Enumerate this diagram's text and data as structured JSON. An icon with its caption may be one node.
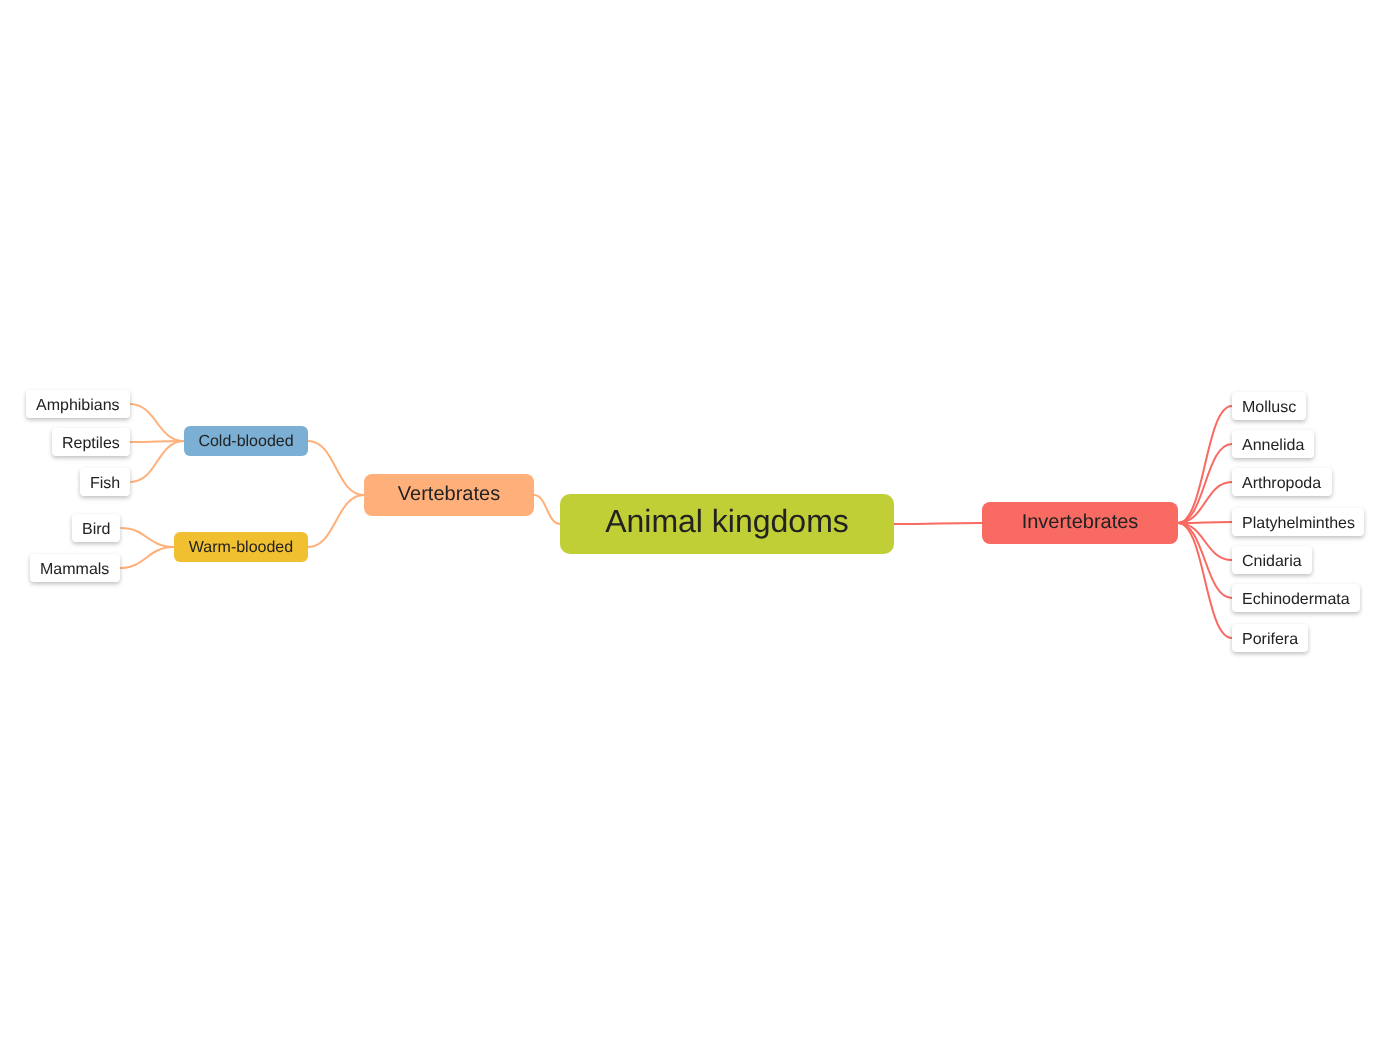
{
  "diagram": {
    "nodes": [
      {
        "text": [
          "Animal kingdoms"
        ]
      },
      {
        "text": [
          "Vertebrates"
        ]
      },
      {
        "text": [
          "Cold-blooded"
        ]
      },
      {
        "text": [
          "Amphibians"
        ]
      },
      {
        "text": [
          "Reptiles"
        ]
      },
      {
        "text": [
          "Fish"
        ]
      },
      {
        "text": [
          "Warm-blooded"
        ]
      },
      {
        "text": [
          "Bird"
        ]
      },
      {
        "text": [
          "Mammals"
        ]
      },
      {
        "text": [
          "Invertebrates"
        ]
      },
      {
        "text": [
          "Mollusc"
        ]
      },
      {
        "text": [
          "Annelida"
        ]
      },
      {
        "text": [
          "Arthropoda"
        ]
      },
      {
        "text": [
          "Platyhelminthes"
        ]
      },
      {
        "text": [
          "Cnidaria"
        ]
      },
      {
        "text": [
          "Echinodermata"
        ]
      },
      {
        "text": [
          "Porifera"
        ]
      }
    ],
    "edges": [
      {
        "from": 0,
        "to": 1,
        "arrow": "none",
        "color": "#ffb07a"
      },
      {
        "from": 1,
        "to": 2,
        "arrow": "none",
        "color": "#ffb07a"
      },
      {
        "from": 2,
        "to": 3,
        "arrow": "none",
        "color": "#ffb07a"
      },
      {
        "from": 2,
        "to": 4,
        "arrow": "none",
        "color": "#ffb07a"
      },
      {
        "from": 2,
        "to": 5,
        "arrow": "none",
        "color": "#ffb07a"
      },
      {
        "from": 1,
        "to": 6,
        "arrow": "none",
        "color": "#ffb07a"
      },
      {
        "from": 6,
        "to": 7,
        "arrow": "none",
        "color": "#ffb07a"
      },
      {
        "from": 6,
        "to": 8,
        "arrow": "none",
        "color": "#ffb07a"
      },
      {
        "from": 0,
        "to": 9,
        "arrow": "none"
      },
      {
        "from": 9,
        "to": 10,
        "arrow": "none"
      },
      {
        "from": 9,
        "to": 11,
        "arrow": "none"
      },
      {
        "from": 9,
        "to": 12,
        "arrow": "none"
      },
      {
        "from": 9,
        "to": 13,
        "arrow": "none"
      },
      {
        "from": 9,
        "to": 14,
        "arrow": "none"
      },
      {
        "from": 9,
        "to": 15,
        "arrow": "none"
      },
      {
        "from": 9,
        "to": 16,
        "arrow": "none"
      }
    ]
  }
}
